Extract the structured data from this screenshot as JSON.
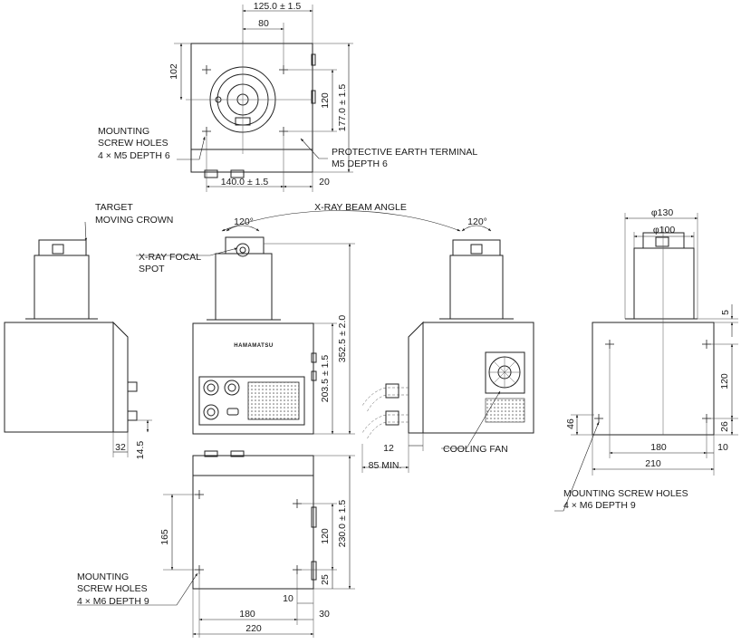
{
  "top_view": {
    "dim_width_total": "125.0 ± 1.5",
    "dim_width_80": "80",
    "dim_height_102": "102",
    "dim_height_120": "120",
    "dim_height_total": "177.0 ± 1.5",
    "dim_bottom_width": "140.0 ± 1.5",
    "dim_bottom_20": "20",
    "mounting_label": [
      "MOUNTING",
      "SCREW HOLES",
      "4 × M5  DEPTH 6"
    ],
    "earth_label": [
      "PROTECTIVE EARTH TERMINAL",
      "M5 DEPTH 6"
    ]
  },
  "side_view_left": {
    "target_label": [
      "TARGET",
      "MOVING CROWN"
    ],
    "focal_label": [
      "X-RAY FOCAL",
      "SPOT"
    ],
    "dim_32": "32",
    "dim_14_5": "14.5"
  },
  "front_view": {
    "angle_left": "120°",
    "beam_angle_label": "X-RAY BEAM ANGLE",
    "brand": "HAMAMATSU",
    "dim_total_height": "352.5 ± 2.0",
    "dim_body_height": "203.5 ± 1.5"
  },
  "rear_view": {
    "angle_right": "120°",
    "dim_12": "12",
    "dim_85_min": "85 MIN.",
    "fan_label": "COOLING FAN"
  },
  "right_view": {
    "dim_phi130": "φ130",
    "dim_phi100": "φ100",
    "dim_5": "5",
    "dim_120": "120",
    "dim_26": "26",
    "dim_46": "46",
    "dim_180": "180",
    "dim_10": "10",
    "dim_210": "210",
    "mounting_label": [
      "MOUNTING SCREW HOLES",
      "4 × M6  DEPTH 9"
    ]
  },
  "bottom_view": {
    "dim_165": "165",
    "dim_120": "120",
    "dim_total": "230.0 ± 1.5",
    "dim_25": "25",
    "dim_10": "10",
    "dim_180": "180",
    "dim_30": "30",
    "dim_220": "220",
    "mounting_label": [
      "MOUNTING",
      "SCREW HOLES",
      "4 × M6  DEPTH 9"
    ]
  },
  "colors": {
    "line": "#222222",
    "panel_fill": "#f4f4f4"
  }
}
